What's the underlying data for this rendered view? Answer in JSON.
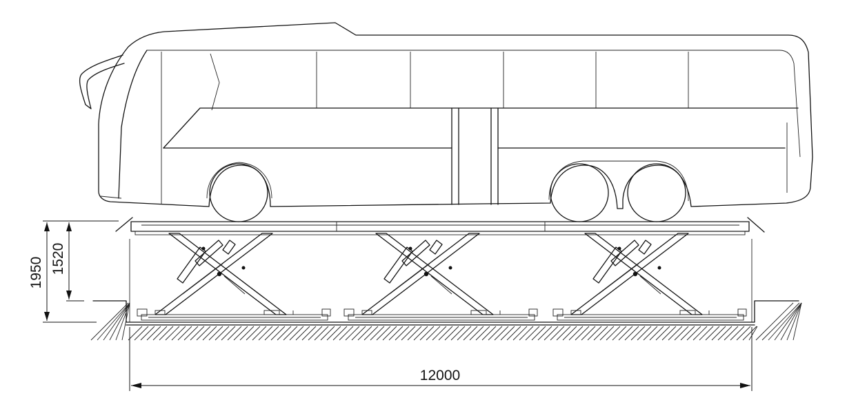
{
  "dimensions": {
    "length": "12000",
    "total_height": "1950",
    "lift_height": "1520"
  }
}
